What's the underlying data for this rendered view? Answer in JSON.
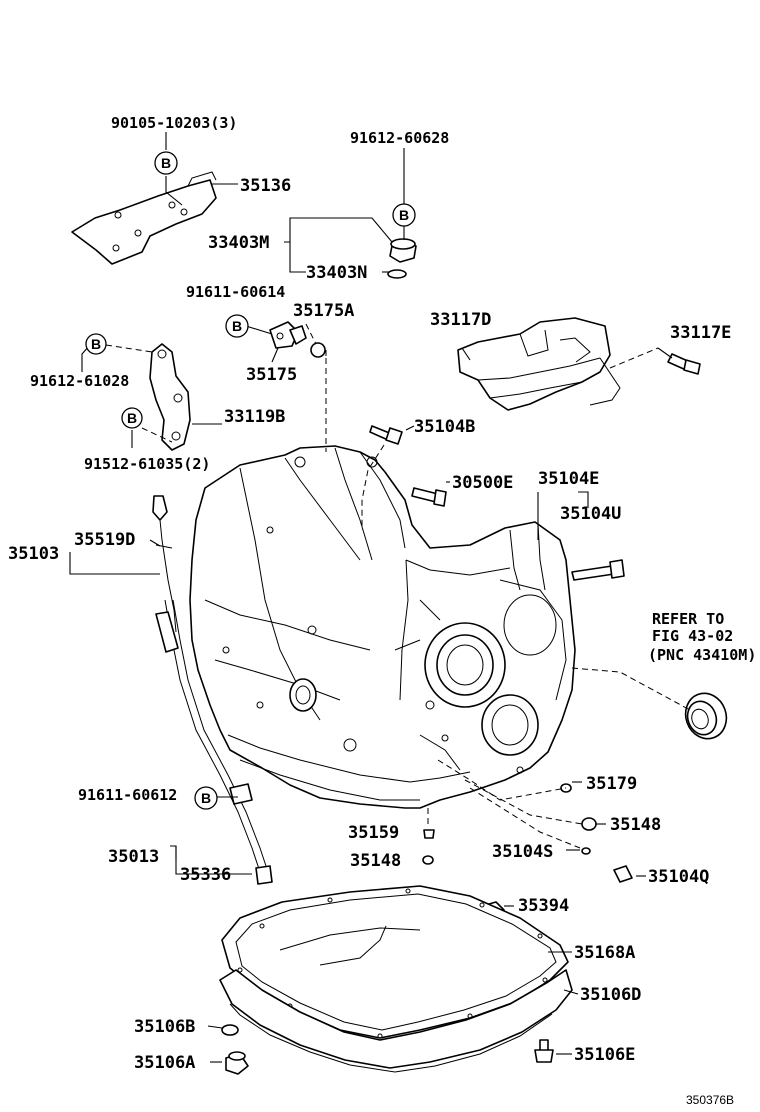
{
  "labels": {
    "p90105": "90105-10203(3)",
    "p35136": "35136",
    "p91612a": "91612-60628",
    "p33403m": "33403M",
    "p33403n": "33403N",
    "p91611a": "91611-60614",
    "p35175a": "35175A",
    "p35175": "35175",
    "p91612b": "91612-61028",
    "p33119b": "33119B",
    "p91512": "91512-61035(2)",
    "p33117d": "33117D",
    "p33117e": "33117E",
    "p35104b": "35104B",
    "p30500e": "30500E",
    "p35104e": "35104E",
    "p35104u": "35104U",
    "p35519d": "35519D",
    "p35103": "35103",
    "p91611b": "91611-60612",
    "p35179": "35179",
    "p35159": "35159",
    "p35148a": "35148",
    "p35148b": "35148",
    "p35104s": "35104S",
    "p35104q": "35104Q",
    "p35013": "35013",
    "p35336": "35336",
    "p35394": "35394",
    "p35168a": "35168A",
    "p35106d": "35106D",
    "p35106b": "35106B",
    "p35106a": "35106A",
    "p35106e": "35106E"
  },
  "refer": {
    "line1": "REFER TO",
    "line2": "FIG 43-02",
    "line3": "(PNC 43410M)"
  },
  "b_marker": "B",
  "diagram_code": "350376B"
}
